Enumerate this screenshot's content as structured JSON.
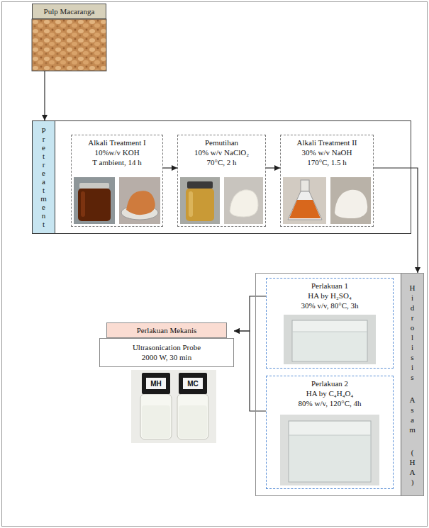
{
  "diagram": {
    "nodes": [
      {
        "text": [
          "Pulp Macaranga"
        ]
      },
      {
        "text": [
          "Pretreatment"
        ]
      },
      {
        "text": [
          "Alkali Treatment I",
          "10%w/v KOH",
          "T ambient, 14 h"
        ],
        "in": 1
      },
      {
        "text": [
          "Pemutihan",
          "10% w/v NaClO₂",
          "70°C, 2 h"
        ],
        "in": 1
      },
      {
        "text": [
          "Alkali Treatment II",
          "30% w/v NaOH",
          "170°C, 1.5 h"
        ],
        "in": 1
      },
      {
        "text": [
          "Hidrolisis Asam (HA)"
        ]
      },
      {
        "text": [
          "Perlakuan 1",
          "HA by H₂SO₄",
          "30% v/v, 80°C, 3h"
        ],
        "in": 5
      },
      {
        "text": [
          "Perlakuan 2",
          "HA by C₄H₄O₄",
          "80% w/v, 120°C, 4h"
        ],
        "in": 5
      },
      {
        "text": [
          "Perlakuan Mekanis",
          "Ultrasonication Probe",
          "2000 W, 30 min"
        ]
      }
    ],
    "edges": [
      {
        "from": 0,
        "to": 1,
        "arrow": "to"
      },
      {
        "from": 2,
        "to": 3,
        "arrow": "to"
      },
      {
        "from": 3,
        "to": 4,
        "arrow": "to"
      },
      {
        "from": 4,
        "to": 5,
        "arrow": "to"
      },
      {
        "from": 6,
        "to": 8,
        "arrow": "to"
      },
      {
        "from": 7,
        "to": 8,
        "arrow": "to"
      }
    ],
    "labels": [
      "MH",
      "MC"
    ]
  }
}
